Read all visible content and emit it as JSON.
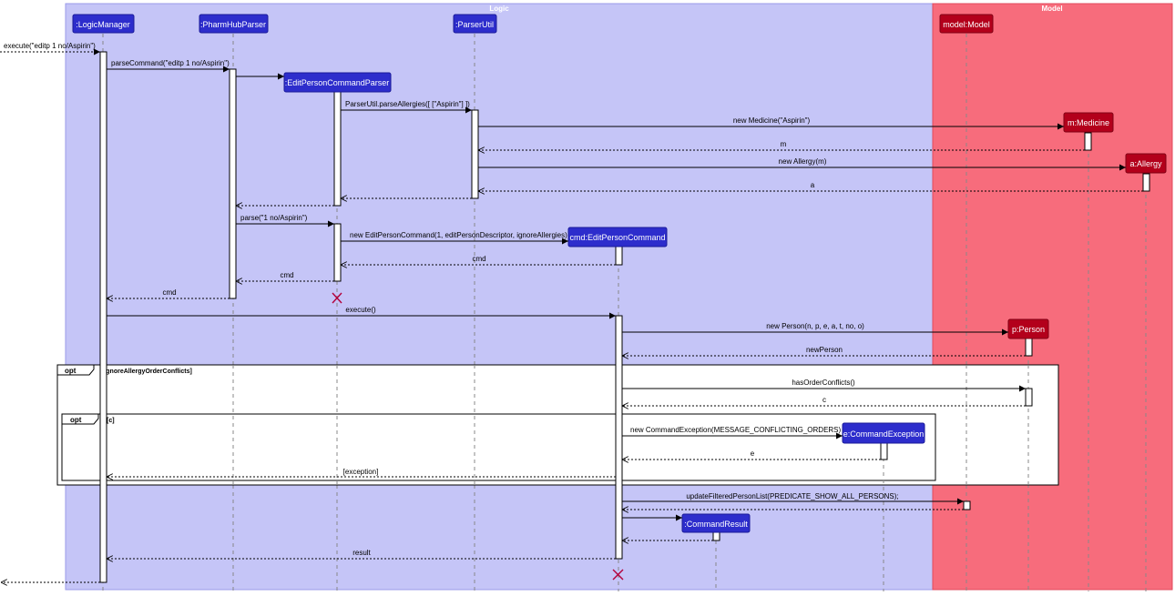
{
  "boundaries": {
    "logic": {
      "label": "Logic",
      "color": "#c5c5f7"
    },
    "model": {
      "label": "Model",
      "color": "#f76c7c"
    }
  },
  "participants": {
    "logic_manager": ":LogicManager",
    "pharmhub_parser": ":PharmHubParser",
    "parser_util": ":ParserUtil",
    "model": "model:Model",
    "edit_person_command_parser": ":EditPersonCommandParser",
    "medicine": "m:Medicine",
    "allergy": "a:Allergy",
    "edit_person_command": "cmd:EditPersonCommand",
    "person": "p:Person",
    "command_exception": "e:CommandException",
    "command_result": ":CommandResult"
  },
  "colors": {
    "logic_participant": "#2d2dcc",
    "model_participant": "#b3001b",
    "destroy_mark": "#b3003a"
  },
  "messages": {
    "m1": "execute(\"editp 1 no/Aspirin\")",
    "m2": "parseCommand(\"editp 1 no/Aspirin\")",
    "m3": "ParserUtil.parseAllergies([ [\"Aspirin\"] ])",
    "m4": "new Medicine(\"Aspirin\")",
    "m5": "m",
    "m6": "new Allergy(m)",
    "m7": "a",
    "m8": "parse(\"1 no/Aspirin\")",
    "m9": "new EditPersonCommand(1, editPersonDescriptor, ignoreAllergies)",
    "m10": "cmd",
    "m11": "cmd",
    "m12": "cmd",
    "m13": "execute()",
    "m14": "new Person(n, p, e, a, t, no, o)",
    "m15": "newPerson",
    "m16": "hasOrderConflicts()",
    "m17": "c",
    "m18": "new CommandException(MESSAGE_CONFLICTING_ORDERS)",
    "m19": "e",
    "m20": "[exception]",
    "m21": "updateFilteredPersonList(PREDICATE_SHOW_ALL_PERSONS);",
    "m22": "result"
  },
  "fragments": {
    "outer": {
      "keyword": "opt",
      "guard": "[ignoreAllergyOrderConflicts]"
    },
    "inner": {
      "keyword": "opt",
      "guard": "[c]"
    }
  }
}
